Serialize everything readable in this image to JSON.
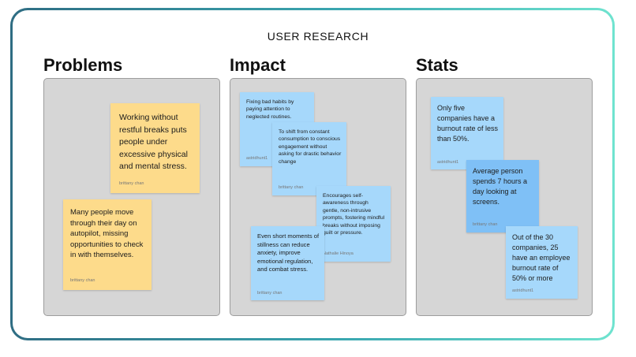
{
  "board": {
    "title": "USER RESEARCH"
  },
  "columns": [
    {
      "heading": "Problems",
      "notes": [
        {
          "text": "Working without restful breaks puts people under excessive physical and mental stress.",
          "author": "brittany chan",
          "color": "#fddb8b"
        },
        {
          "text": "Many people move through their day on autopilot, missing opportunities to check in with themselves.",
          "author": "brittany chan",
          "color": "#fddb8b"
        }
      ]
    },
    {
      "heading": "Impact",
      "notes": [
        {
          "text": "Fixing bad habits by paying attention to neglected routines.",
          "author": "astridhunt1",
          "color": "#a6d8fb"
        },
        {
          "text": "To shift  from constant consumption to conscious engagement without asking for drastic behavior change",
          "author": "brittany chan",
          "color": "#a6d8fb"
        },
        {
          "text": "Encourages self-awareness through gentle, non-intrusive prompts, fostering mindful breaks without imposing guilt or pressure.",
          "author": "Nathalie Hinoya",
          "color": "#a6d8fb"
        },
        {
          "text": "Even short moments of stillness can reduce anxiety, improve emotional regulation, and combat stress.",
          "author": "brittany chan",
          "color": "#a6d8fb"
        }
      ]
    },
    {
      "heading": "Stats",
      "notes": [
        {
          "text": "Only five companies have a burnout rate of less than 50%.",
          "author": "astridhunt1",
          "color": "#a6d8fb"
        },
        {
          "text": "Average person spends 7 hours a day looking at screens.",
          "author": "brittany chan",
          "color": "#7fc0f6"
        },
        {
          "text": "Out of the 30 companies, 25 have an employee burnout rate of 50% or more",
          "author": "astridhunt1",
          "color": "#a6d8fb"
        }
      ]
    }
  ]
}
